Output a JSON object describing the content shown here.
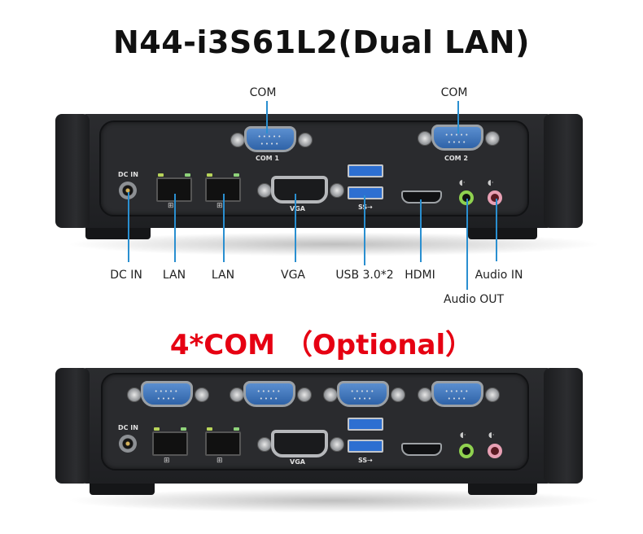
{
  "header": {
    "title": "N44-i3S61L2(Dual LAN)"
  },
  "top_device": {
    "port_printed_labels": {
      "com1": "COM 1",
      "com2": "COM 2",
      "dc_in": "DC IN",
      "vga": "VGA",
      "lan_icon": "network-icon",
      "usb_logo": "SS⇢"
    },
    "callouts_top": [
      {
        "id": "com1",
        "label": "COM"
      },
      {
        "id": "com2",
        "label": "COM"
      }
    ],
    "callouts_bottom": [
      {
        "id": "dc_in",
        "label": "DC IN"
      },
      {
        "id": "lan1",
        "label": "LAN"
      },
      {
        "id": "lan2",
        "label": "LAN"
      },
      {
        "id": "vga",
        "label": "VGA"
      },
      {
        "id": "usb",
        "label": "USB 3.0*2"
      },
      {
        "id": "hdmi",
        "label": "HDMI"
      },
      {
        "id": "audio_out",
        "label": "Audio OUT"
      },
      {
        "id": "audio_in",
        "label": "Audio IN"
      }
    ]
  },
  "optional": {
    "title": "4*COM （Optional）",
    "title_color": "#e60012"
  },
  "bottom_device": {
    "port_printed_labels": {
      "dc_in": "DC IN",
      "vga": "VGA"
    },
    "com_count": 4
  },
  "colors": {
    "callout_line": "#2a8fd0",
    "com_port": "#3a70b8",
    "usb_port": "#2d6fd1",
    "audio_out": "#8fd14f",
    "audio_in": "#e8a0b4"
  }
}
